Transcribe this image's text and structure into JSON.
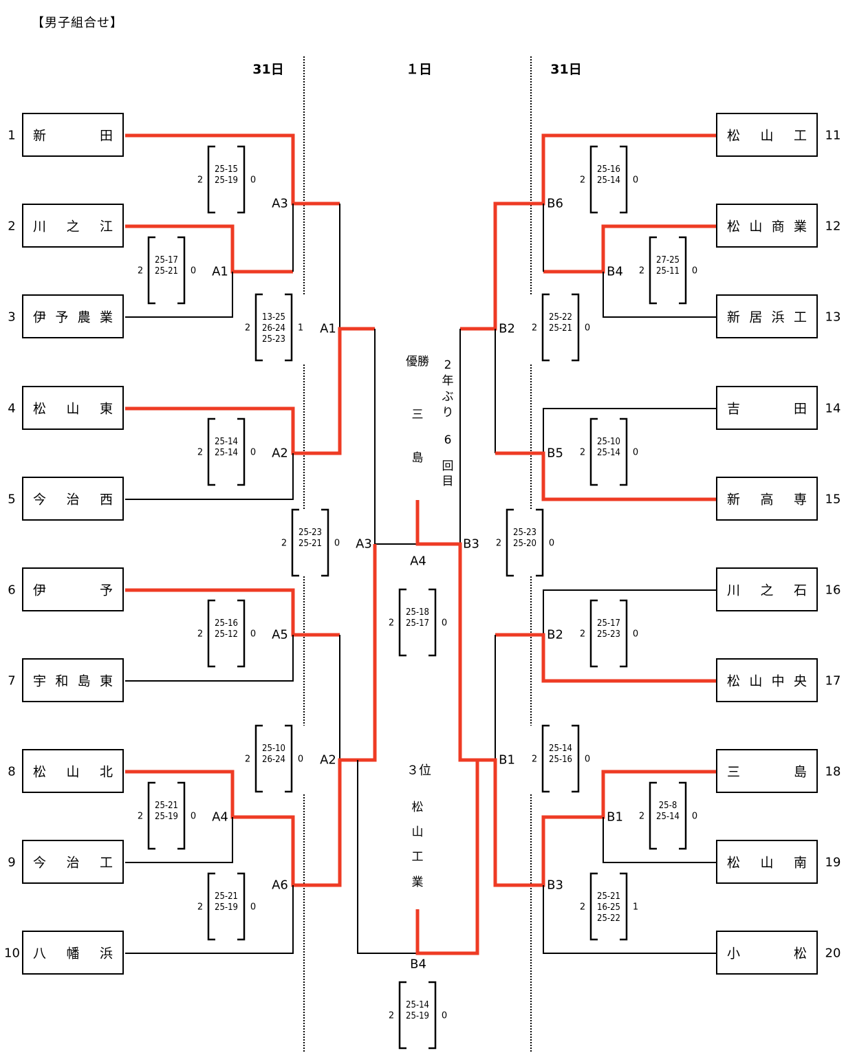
{
  "title": "【男子組合せ】",
  "days": {
    "left": "31日",
    "center": "１日",
    "right": "31日"
  },
  "colors": {
    "winner_line": "#EE3B24",
    "line": "#000000"
  },
  "teams_left": [
    {
      "seed": "1",
      "name": [
        "新",
        "田"
      ]
    },
    {
      "seed": "2",
      "name": [
        "川",
        "之",
        "江"
      ]
    },
    {
      "seed": "3",
      "name": [
        "伊",
        "予",
        "農",
        "業"
      ]
    },
    {
      "seed": "4",
      "name": [
        "松",
        "山",
        "東"
      ]
    },
    {
      "seed": "5",
      "name": [
        "今",
        "治",
        "西"
      ]
    },
    {
      "seed": "6",
      "name": [
        "伊",
        "予"
      ]
    },
    {
      "seed": "7",
      "name": [
        "宇",
        "和",
        "島",
        "東"
      ]
    },
    {
      "seed": "8",
      "name": [
        "松",
        "山",
        "北"
      ]
    },
    {
      "seed": "9",
      "name": [
        "今",
        "治",
        "工"
      ]
    },
    {
      "seed": "10",
      "name": [
        "八",
        "幡",
        "浜"
      ]
    }
  ],
  "teams_right": [
    {
      "seed": "11",
      "name": [
        "松",
        "山",
        "工"
      ]
    },
    {
      "seed": "12",
      "name": [
        "松",
        "山",
        "商",
        "業"
      ]
    },
    {
      "seed": "13",
      "name": [
        "新",
        "居",
        "浜",
        "工"
      ]
    },
    {
      "seed": "14",
      "name": [
        "吉",
        "田"
      ]
    },
    {
      "seed": "15",
      "name": [
        "新",
        "高",
        "専"
      ]
    },
    {
      "seed": "16",
      "name": [
        "川",
        "之",
        "石"
      ]
    },
    {
      "seed": "17",
      "name": [
        "松",
        "山",
        "中",
        "央"
      ]
    },
    {
      "seed": "18",
      "name": [
        "三",
        "島"
      ]
    },
    {
      "seed": "19",
      "name": [
        "松",
        "山",
        "南"
      ]
    },
    {
      "seed": "20",
      "name": [
        "小",
        "松"
      ]
    }
  ],
  "matches": [
    {
      "id": "L-A3-r1",
      "label": "A3",
      "sets_won": "2",
      "scores": [
        "25-15",
        "25-19"
      ],
      "sets_lost": "0"
    },
    {
      "id": "L-A1-r1",
      "label": "A1",
      "sets_won": "2",
      "scores": [
        "25-17",
        "25-21"
      ],
      "sets_lost": "0"
    },
    {
      "id": "L-A1-r2",
      "label": "A1",
      "sets_won": "2",
      "scores": [
        "13-25",
        "26-24",
        "25-23"
      ],
      "sets_lost": "1"
    },
    {
      "id": "L-A2-r1",
      "label": "A2",
      "sets_won": "2",
      "scores": [
        "25-14",
        "25-14"
      ],
      "sets_lost": "0"
    },
    {
      "id": "L-A3-r3",
      "label": "A3",
      "sets_won": "2",
      "scores": [
        "25-23",
        "25-21"
      ],
      "sets_lost": "0"
    },
    {
      "id": "L-A5-r1",
      "label": "A5",
      "sets_won": "2",
      "scores": [
        "25-16",
        "25-12"
      ],
      "sets_lost": "0"
    },
    {
      "id": "L-A2-r2",
      "label": "A2",
      "sets_won": "2",
      "scores": [
        "25-10",
        "26-24"
      ],
      "sets_lost": "0"
    },
    {
      "id": "L-A4-r1",
      "label": "A4",
      "sets_won": "2",
      "scores": [
        "25-21",
        "25-19"
      ],
      "sets_lost": "0"
    },
    {
      "id": "L-A6-r1",
      "label": "A6",
      "sets_won": "2",
      "scores": [
        "25-21",
        "25-19"
      ],
      "sets_lost": "0"
    },
    {
      "id": "F-A4",
      "label": "A4",
      "sets_won": "2",
      "scores": [
        "25-18",
        "25-17"
      ],
      "sets_lost": "0"
    },
    {
      "id": "T-B4",
      "label": "B4",
      "sets_won": "2",
      "scores": [
        "25-14",
        "25-19"
      ],
      "sets_lost": "0"
    },
    {
      "id": "R-B6-r1",
      "label": "B6",
      "sets_won": "2",
      "scores": [
        "25-16",
        "25-14"
      ],
      "sets_lost": "0"
    },
    {
      "id": "R-B4-r1",
      "label": "B4",
      "sets_won": "2",
      "scores": [
        "27-25",
        "25-11"
      ],
      "sets_lost": "0"
    },
    {
      "id": "R-B2-r2",
      "label": "B2",
      "sets_won": "2",
      "scores": [
        "25-22",
        "25-21"
      ],
      "sets_lost": "0"
    },
    {
      "id": "R-B5-r1",
      "label": "B5",
      "sets_won": "2",
      "scores": [
        "25-10",
        "25-14"
      ],
      "sets_lost": "0"
    },
    {
      "id": "R-B3-r3",
      "label": "B3",
      "sets_won": "2",
      "scores": [
        "25-23",
        "25-20"
      ],
      "sets_lost": "0"
    },
    {
      "id": "R-B2-r1",
      "label": "B2",
      "sets_won": "2",
      "scores": [
        "25-17",
        "25-23"
      ],
      "sets_lost": "0"
    },
    {
      "id": "R-B1-r2",
      "label": "B1",
      "sets_won": "2",
      "scores": [
        "25-14",
        "25-16"
      ],
      "sets_lost": "0"
    },
    {
      "id": "R-B1-r1",
      "label": "B1",
      "sets_won": "2",
      "scores": [
        "25-8",
        "25-14"
      ],
      "sets_lost": "0"
    },
    {
      "id": "R-B3-r1",
      "label": "B3",
      "sets_won": "2",
      "scores": [
        "25-21",
        "16-25",
        "25-22"
      ],
      "sets_lost": "1"
    }
  ],
  "champion": {
    "heading": "優勝",
    "name": [
      "三",
      "島"
    ],
    "note": [
      "2",
      "年",
      "ぶ",
      "り",
      "6",
      "回",
      "目"
    ]
  },
  "third_place": {
    "heading": "３位",
    "name": [
      "松",
      "山",
      "工",
      "業"
    ]
  }
}
